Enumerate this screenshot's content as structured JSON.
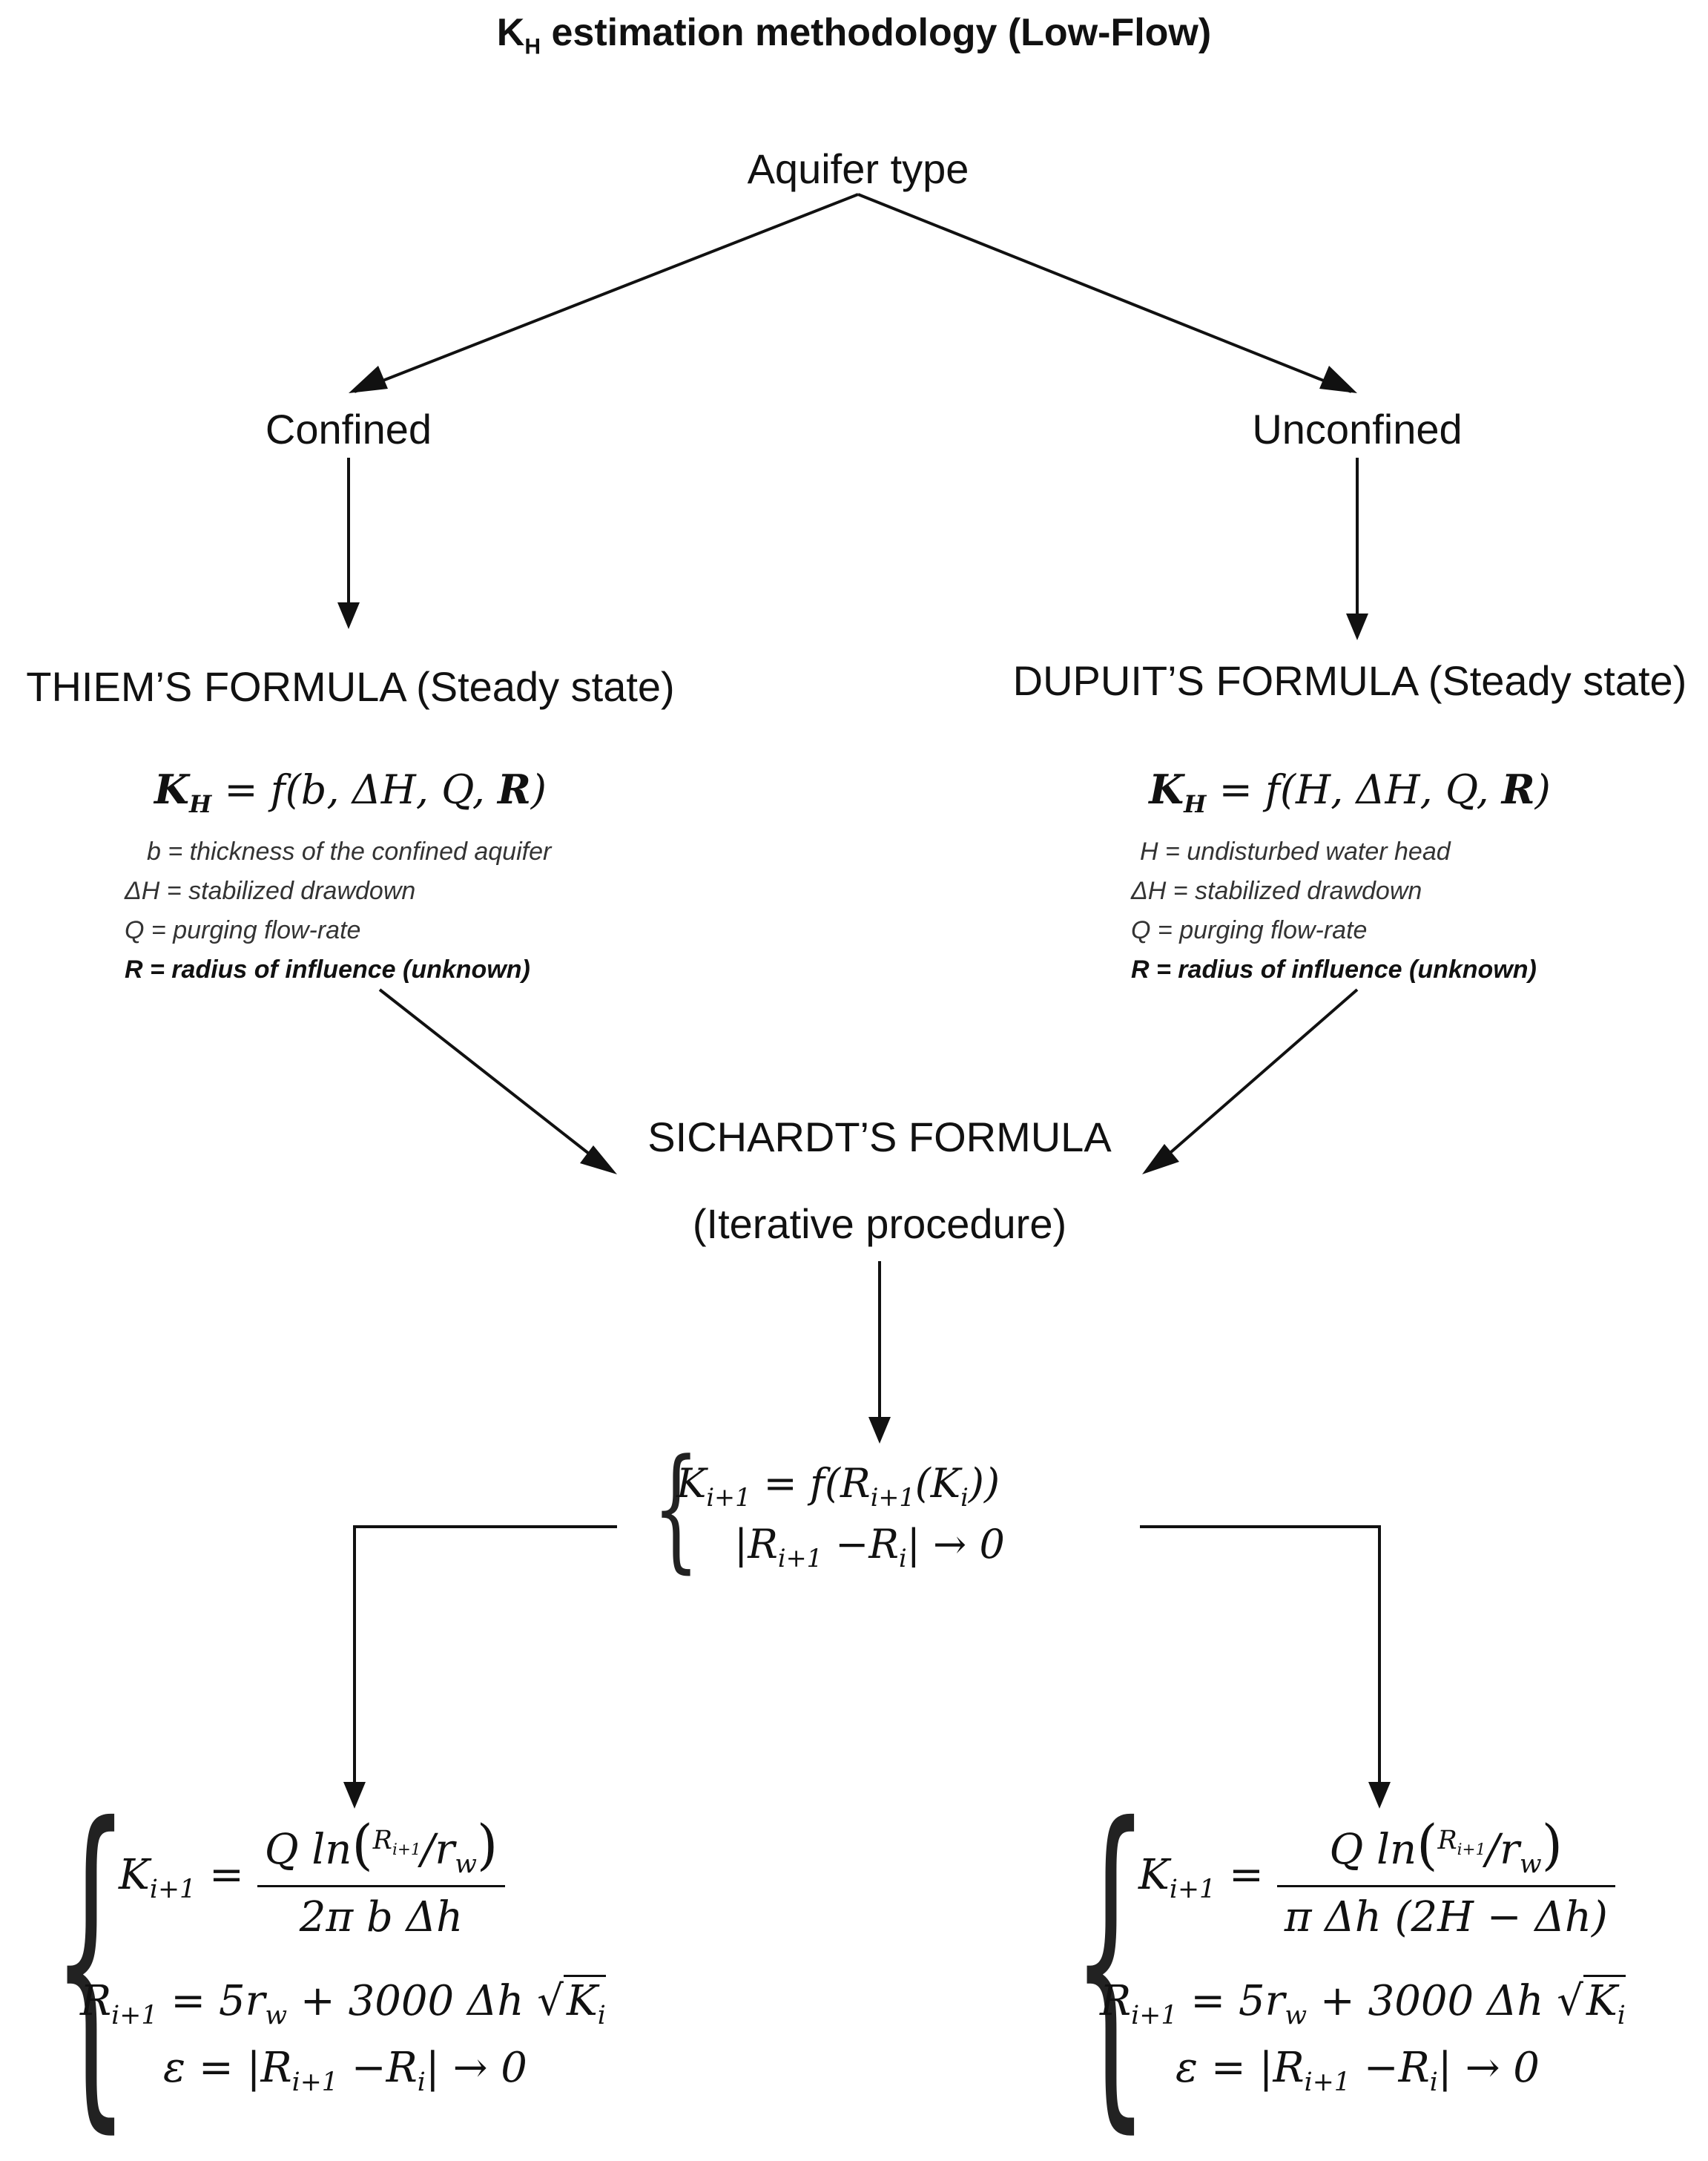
{
  "title": {
    "main": "K",
    "subscript": "H",
    "rest": " estimation methodology (Low-Flow)"
  },
  "nodes": {
    "aquifer_type": "Aquifer type",
    "confined": "Confined",
    "unconfined": "Unconfined",
    "thiem": "THIEM’S FORMULA (Steady state)",
    "dupuit": "DUPUIT’S FORMULA (Steady state)",
    "sichardt_title": "SICHARDT’S FORMULA",
    "sichardt_sub": "(Iterative procedure)"
  },
  "thiem_equation": {
    "lhs": "K",
    "lhs_sub": "H",
    "rhs_start": " = f(b, ΔH, Q, ",
    "rhs_bold": "R",
    "rhs_end": ")",
    "definitions": [
      "b = thickness of the confined aquifer",
      "ΔH = stabilized drawdown",
      "Q = purging flow-rate"
    ],
    "definition_bold": "R = radius of influence (unknown)"
  },
  "dupuit_equation": {
    "lhs": "K",
    "lhs_sub": "H",
    "rhs_start": " = f(H, ΔH, Q, ",
    "rhs_bold": "R",
    "rhs_end": ")",
    "definitions": [
      "H = undisturbed water head",
      "ΔH = stabilized drawdown",
      "Q = purging flow-rate"
    ],
    "definition_bold": "R = radius of influence (unknown)"
  },
  "iteration_system": {
    "line1_k": "K",
    "line1_k_sub": "i+1",
    "line1_mid": " = f(R",
    "line1_r_sub": "i+1",
    "line1_inner": "(K",
    "line1_ki_sub": "i",
    "line1_end": "))",
    "line2_start": "|R",
    "line2_sub1": "i+1",
    "line2_mid": " −R",
    "line2_sub2": "i",
    "line2_end": "| → 0"
  },
  "confined_system": {
    "k_label": "K",
    "k_sub": "i+1",
    "equals": " = ",
    "num_q": "Q  ln",
    "num_r": "R",
    "num_r_sub": "i+1",
    "num_slash": "/r",
    "num_w_sub": "w",
    "denominator": "2π b Δh",
    "r_line_label": "R",
    "r_line_sub": "i+1",
    "r_line_rhs": " = 5r",
    "r_line_w": "w",
    "r_line_rest": " + 3000 Δh ",
    "r_line_sqrt": "K",
    "r_line_sqrt_sub": "i",
    "eps_start": "ε = |R",
    "eps_sub1": "i+1",
    "eps_mid": " −R",
    "eps_sub2": "i",
    "eps_end": "| → 0"
  },
  "unconfined_system": {
    "k_label": "K",
    "k_sub": "i+1",
    "equals": " = ",
    "num_q": "Q  ln",
    "num_r": "R",
    "num_r_sub": "i+1",
    "num_slash": "/r",
    "num_w_sub": "w",
    "denominator": "π Δh (2H − Δh)",
    "r_line_label": "R",
    "r_line_sub": "i+1",
    "r_line_rhs": " = 5r",
    "r_line_w": "w",
    "r_line_rest": " + 3000 Δh ",
    "r_line_sqrt": "K",
    "r_line_sqrt_sub": "i",
    "eps_start": "ε = |R",
    "eps_sub1": "i+1",
    "eps_mid": " −R",
    "eps_sub2": "i",
    "eps_end": "| → 0"
  }
}
